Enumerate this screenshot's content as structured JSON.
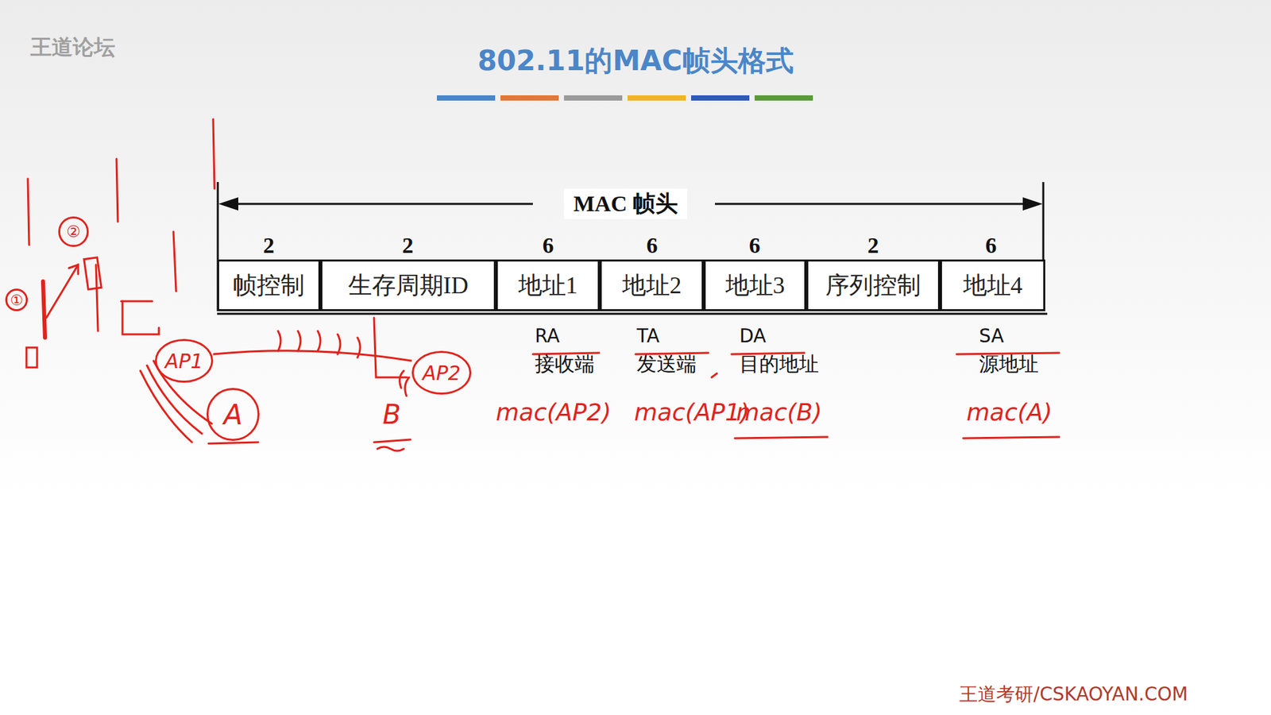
{
  "diagram": {
    "title": "802.11的MAC帧头格式",
    "nodes": [
      {
        "text": [
          "帧控制"
        ]
      },
      {
        "text": [
          "生存周期ID"
        ]
      },
      {
        "text": [
          "地址1"
        ]
      },
      {
        "text": [
          "地址2"
        ]
      },
      {
        "text": [
          "地址3"
        ]
      },
      {
        "text": [
          "序列控制"
        ]
      },
      {
        "text": [
          "地址4"
        ]
      },
      {
        "text": [
          "②"
        ]
      },
      {
        "text": [
          "①"
        ]
      },
      {
        "text": [
          "AP1"
        ]
      },
      {
        "text": [
          "AP2"
        ]
      },
      {
        "text": [
          "A"
        ]
      }
    ],
    "edges": [
      {
        "from": 9,
        "to": 10,
        "arrow": "none"
      }
    ],
    "labels": [
      "MAC 帧头",
      "2",
      "2",
      "6",
      "6",
      "6",
      "2",
      "6",
      "RA",
      "接收端",
      "TA",
      "发送端",
      "DA",
      "目的地址",
      "SA",
      "源地址",
      "mac(AP2)",
      "mac(AP1)",
      "mac(B)",
      "mac(A)",
      "B",
      "王道论坛",
      "王道考研/CSKAOYAN.COM"
    ]
  }
}
